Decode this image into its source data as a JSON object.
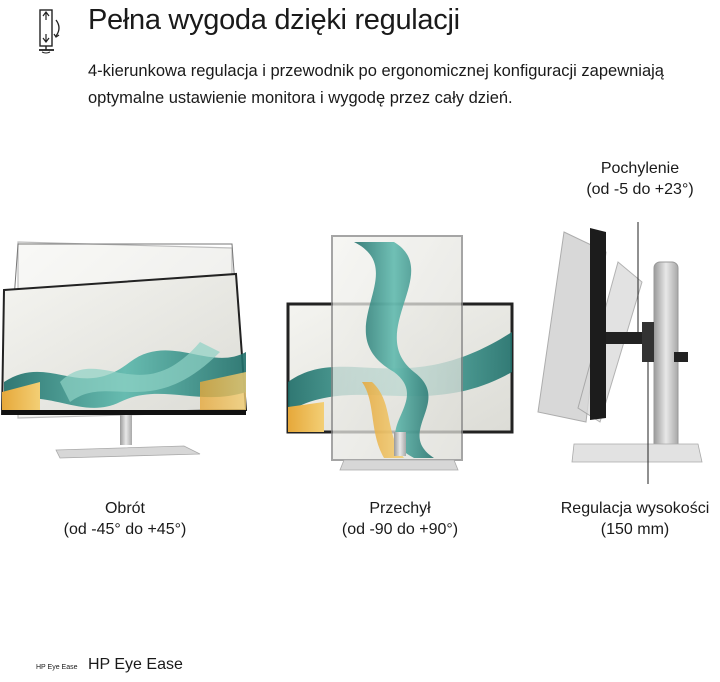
{
  "header": {
    "title": "Pełna wygoda dzięki regulacji",
    "description": "4-kierunkowa regulacja i przewodnik po ergonomicznej konfiguracji zapewniają optymalne ustawienie monitora i wygodę przez cały dzień."
  },
  "features": [
    {
      "label": "Obrót",
      "range": "(od -45° do +45°)"
    },
    {
      "label": "Przechył",
      "range": "(od -90 do +90°)"
    },
    {
      "label": "Pochylenie",
      "range": "(od -5 do +23°)"
    },
    {
      "label": "Regulacja wysokości",
      "range": "(150 mm)"
    }
  ],
  "footer": {
    "badge": "HP Eye Ease",
    "brand": "HP Eye Ease"
  }
}
